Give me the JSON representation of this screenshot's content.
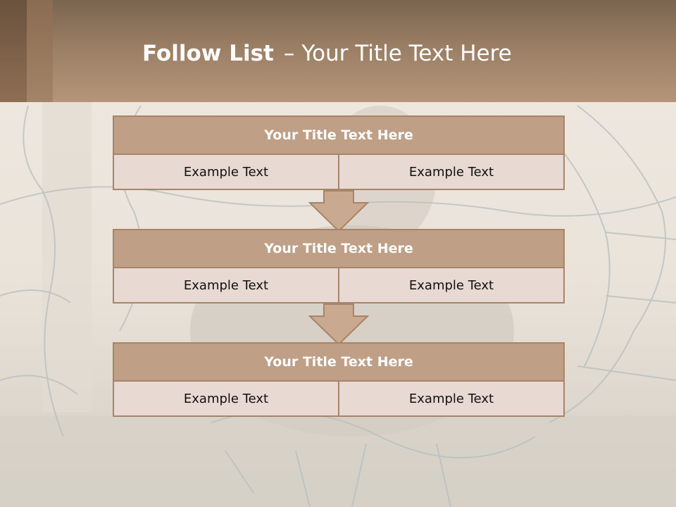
{
  "header": {
    "title_bold": "Follow List",
    "title_dash": "–",
    "title_rest": "Your Title Text Here"
  },
  "blocks": [
    {
      "title": "Your Title Text Here",
      "cells": [
        "Example Text",
        "Example Text"
      ]
    },
    {
      "title": "Your Title Text Here",
      "cells": [
        "Example Text",
        "Example Text"
      ]
    },
    {
      "title": "Your Title Text Here",
      "cells": [
        "Example Text",
        "Example Text"
      ]
    }
  ],
  "colors": {
    "header": "#9a7e64",
    "block_head": "#bf9f86",
    "block_border": "#a88468",
    "block_row": "#e8d9d2",
    "arrow": "#c9a98f"
  }
}
